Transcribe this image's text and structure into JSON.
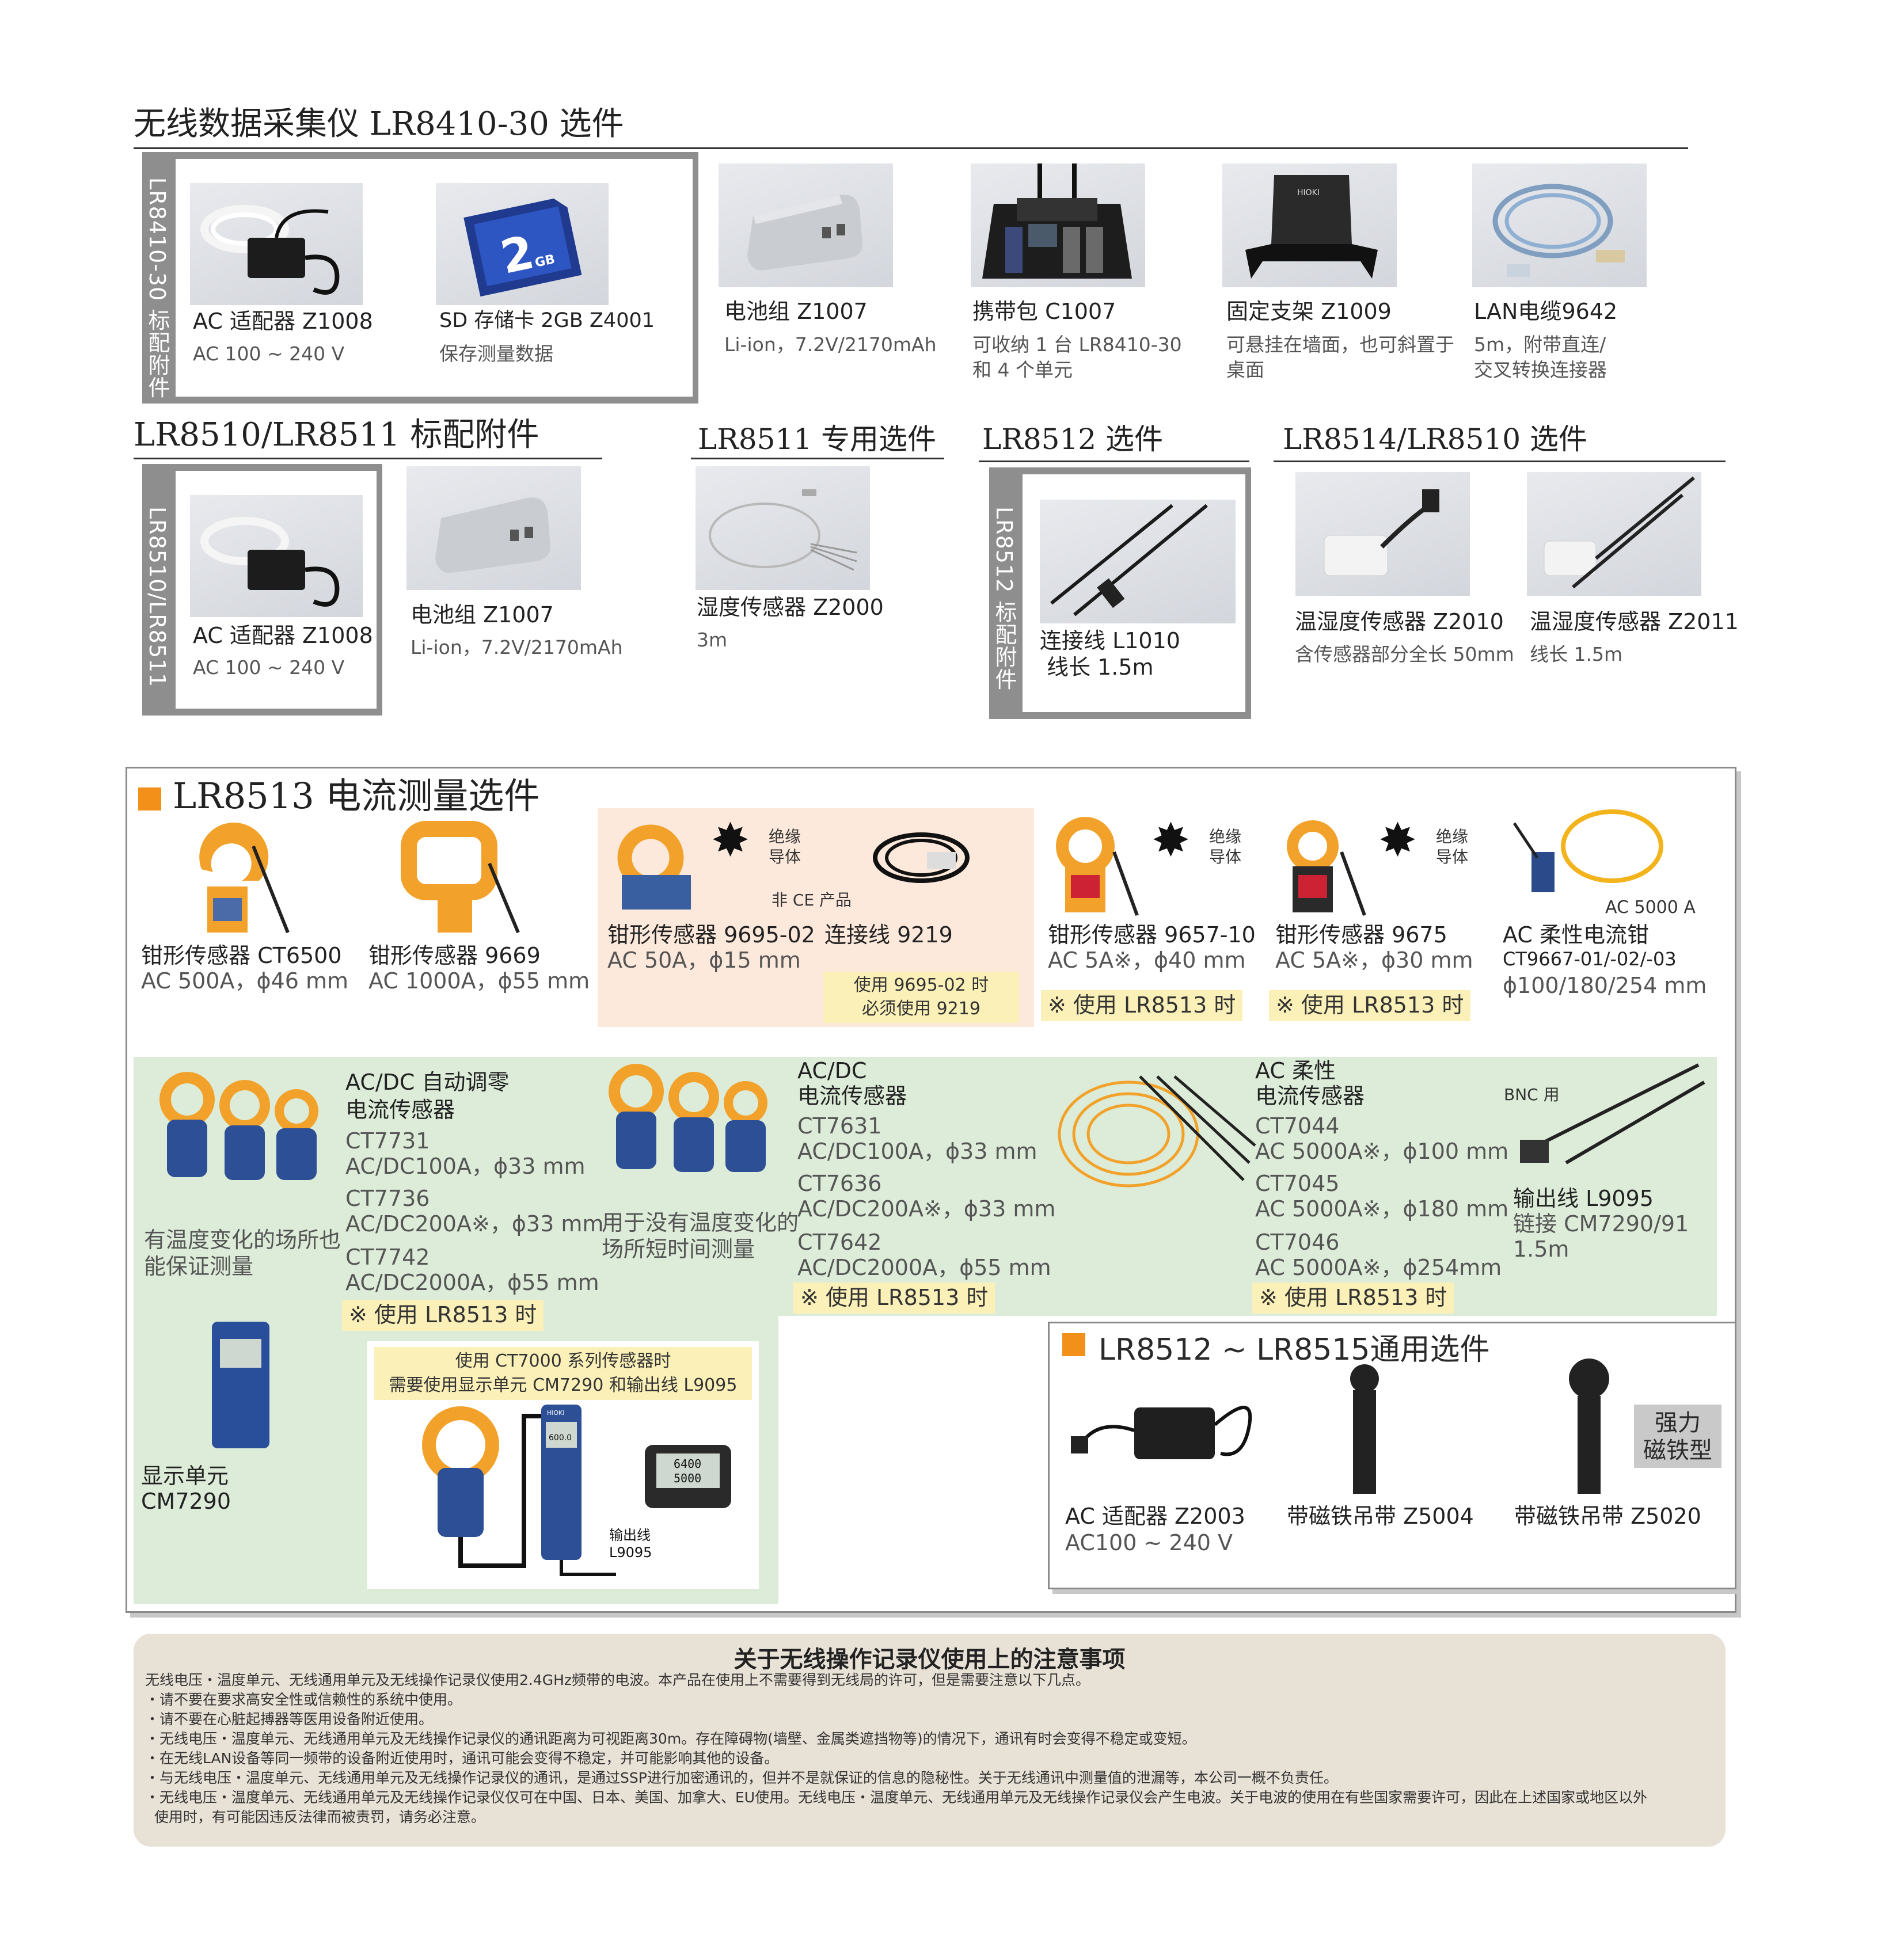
{
  "lr8410": {
    "title": "无线数据采集仪 LR8410-30 选件",
    "vlabel": "LR8410-30 标配附件",
    "items": [
      {
        "name": "AC 适配器 Z1008",
        "desc": "AC 100 ~ 240 V"
      },
      {
        "name": "SD 存储卡 2GB Z4001",
        "desc": "保存测量数据",
        "card_text": "2",
        "card_unit": "GB"
      },
      {
        "name": "电池组 Z1007",
        "desc": "Li-ion，7.2V/2170mAh"
      },
      {
        "name": "携带包 C1007",
        "desc1": "可收纳 1 台 LR8410-30",
        "desc2": "和 4 个单元"
      },
      {
        "name": "固定支架 Z1009",
        "desc1": "可悬挂在墙面，也可斜置于",
        "desc2": "桌面",
        "brand": "HIOKI"
      },
      {
        "name": "LAN电缆9642",
        "desc1": "5m，附带直连/",
        "desc2": "交叉转换连接器"
      }
    ]
  },
  "lr8510": {
    "title": "LR8510/LR8511 标配附件",
    "vlabel": "LR8510/LR8511",
    "items": [
      {
        "name": "AC 适配器 Z1008",
        "desc": "AC 100 ~ 240 V"
      },
      {
        "name": "电池组 Z1007",
        "desc": "Li-ion，7.2V/2170mAh"
      }
    ]
  },
  "lr8511": {
    "title": "LR8511 专用选件",
    "item": {
      "name": "湿度传感器 Z2000",
      "desc": "3m"
    }
  },
  "lr8512": {
    "title": "LR8512 选件",
    "vlabel": "LR8512 标配附件",
    "item": {
      "name": "连接线 L1010",
      "desc": "线长 1.5m"
    }
  },
  "lr8514": {
    "title": "LR8514/LR8510 选件",
    "items": [
      {
        "name": "温湿度传感器 Z2010",
        "desc": "含传感器部分全长 50mm"
      },
      {
        "name": "温湿度传感器 Z2011",
        "desc": "线长 1.5m"
      }
    ]
  },
  "lr8513": {
    "title": "LR8513 电流测量选件",
    "clamps": [
      {
        "name": "钳形传感器 CT6500",
        "desc": "AC 500A，ϕ46 mm"
      },
      {
        "name": "钳形传感器 9669",
        "desc": "AC 1000A，ϕ55 mm"
      },
      {
        "name": "钳形传感器 9695-02",
        "desc": "AC 50A，ϕ15 mm"
      },
      {
        "name": "连接线 9219"
      },
      {
        "name": "钳形传感器 9657-10",
        "desc": "AC 5A※，ϕ40 mm"
      },
      {
        "name": "钳形传感器 9675",
        "desc": "AC 5A※，ϕ30 mm"
      },
      {
        "name": "AC 柔性电流钳",
        "model": "CT9667-01/-02/-03",
        "desc": "ϕ100/180/254 mm",
        "rating": "AC 5000 A"
      }
    ],
    "insulated_conductor": "绝缘导体",
    "non_ce": "非 CE 产品",
    "note_9219": [
      "使用 9695-02 时",
      "必须使用 9219"
    ],
    "note_use": "※ 使用 LR8513 时",
    "autozero": {
      "heading": [
        "AC/DC 自动调零",
        "电流传感器"
      ],
      "caption": [
        "有温度变化的场所也",
        "能保证测量"
      ],
      "models": [
        {
          "model": "CT7731",
          "spec": "AC/DC100A，ϕ33 mm"
        },
        {
          "model": "CT7736",
          "spec": "AC/DC200A※，ϕ33 mm"
        },
        {
          "model": "CT7742",
          "spec": "AC/DC2000A，ϕ55 mm"
        }
      ]
    },
    "acdc": {
      "heading": [
        "AC/DC",
        "电流传感器"
      ],
      "caption": [
        "用于没有温度变化的",
        "场所短时间测量"
      ],
      "models": [
        {
          "model": "CT7631",
          "spec": "AC/DC100A，ϕ33 mm"
        },
        {
          "model": "CT7636",
          "spec": "AC/DC200A※，ϕ33 mm"
        },
        {
          "model": "CT7642",
          "spec": "AC/DC2000A，ϕ55 mm"
        }
      ]
    },
    "flex": {
      "heading": [
        "AC 柔性",
        "电流传感器"
      ],
      "models": [
        {
          "model": "CT7044",
          "spec": "AC 5000A※，ϕ100 mm"
        },
        {
          "model": "CT7045",
          "spec": "AC 5000A※，ϕ180 mm"
        },
        {
          "model": "CT7046",
          "spec": "AC 5000A※，ϕ254mm"
        }
      ]
    },
    "l9095": {
      "bnc": "BNC 用",
      "name": "输出线 L9095",
      "desc1": "链接 CM7290/91",
      "desc2": "1.5m"
    },
    "cm7290": {
      "name1": "显示单元",
      "name2": "CM7290"
    },
    "ct7000_note": [
      "使用 CT7000 系列传感器时",
      "需要使用显示单元 CM7290 和输出线 L9095"
    ],
    "diagram": {
      "cable_label1": "输出线",
      "cable_label2": "L9095",
      "brand": "HIOKI",
      "reading1": "6400",
      "reading2": "5000",
      "display_value": "600.0"
    }
  },
  "common": {
    "title": "LR8512 ~ LR8515通用选件",
    "items": [
      {
        "name": "AC 适配器 Z2003",
        "desc": "AC100 ~ 240 V"
      },
      {
        "name": "带磁铁吊带 Z5004"
      },
      {
        "name": "带磁铁吊带 Z5020"
      }
    ],
    "tag": [
      "强力",
      "磁铁型"
    ]
  },
  "notes": {
    "title": "关于无线操作记录仪使用上的注意事项",
    "lines": [
      "无线电压・温度单元、无线通用单元及无线操作记录仪使用2.4GHz频带的电波。本产品在使用上不需要得到无线局的许可，但是需要注意以下几点。",
      "・请不要在要求高安全性或信赖性的系统中使用。",
      "・请不要在心脏起搏器等医用设备附近使用。",
      "・无线电压・温度单元、无线通用单元及无线操作记录仪的通讯距离为可视距离30m。存在障碍物(墙壁、金属类遮挡物等)的情况下，通讯有时会变得不稳定或变短。",
      "・在无线LAN设备等同一频带的设备附近使用时，通讯可能会变得不稳定，并可能影响其他的设备。",
      "・与无线电压・温度单元、无线通用单元及无线操作记录仪的通讯，是通过SSP进行加密通讯的，但并不是就保证的信息的隐秘性。关于无线通讯中测量值的泄漏等，本公司一概不负责任。",
      "・无线电压・温度单元、无线通用单元及无线操作记录仪仅可在中国、日本、美国、加拿大、EU使用。无线电压・温度单元、无线通用单元及无线操作记录仪会产生电波。关于电波的使用在有些国家需要许可，因此在上述国家或地区以外",
      "  使用时，有可能因违反法律而被责罚，请务必注意。"
    ]
  }
}
